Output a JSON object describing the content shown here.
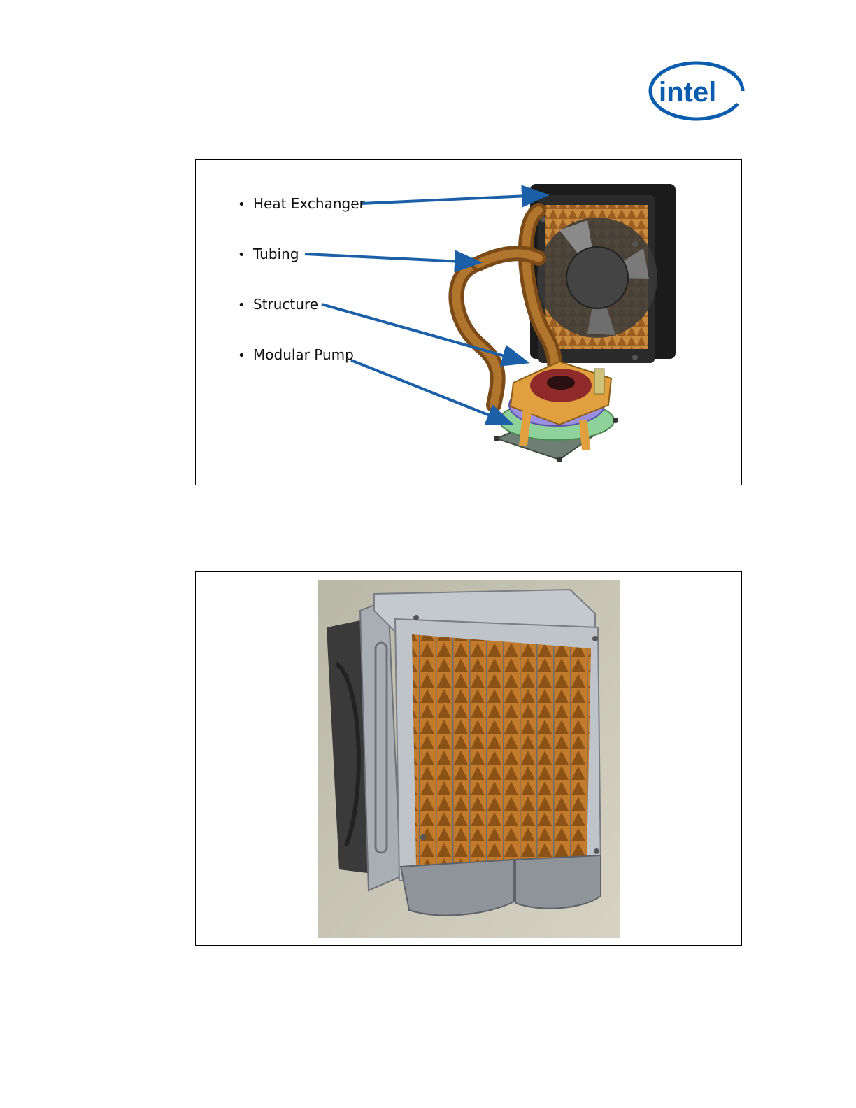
{
  "logo": {
    "text": "intel",
    "trademark": "®",
    "color": "#0a5cae"
  },
  "figure1": {
    "labels": [
      {
        "text": "Heat Exchanger"
      },
      {
        "text": "Tubing"
      },
      {
        "text": "Structure"
      },
      {
        "text": "Modular Pump"
      }
    ],
    "arrow_color": "#1a5fa8"
  },
  "figure2": {
    "panel_background": "#c9c6b6",
    "fin_color": "#c27a2c"
  }
}
